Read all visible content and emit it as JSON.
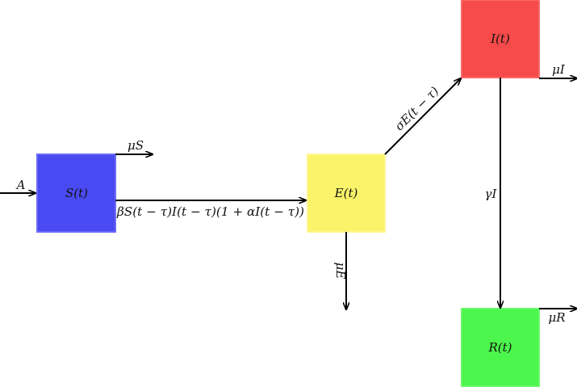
{
  "colors": {
    "susceptible": "#4a4af2",
    "exposed": "#fbf46a",
    "infected": "#f74a4a",
    "recovered": "#4cf64c",
    "arrow": "#000000"
  },
  "compartments": {
    "s": "S(t)",
    "e": "E(t)",
    "i": "I(t)",
    "r": "R(t)"
  },
  "flows": {
    "inflow": "A",
    "mu_s": "μS",
    "transmission": "βS(t − τ)I(t − τ)(1 + αI(t − τ))",
    "mu_e": "μE",
    "incubation": "σE(t − τ)",
    "mu_i": "μI",
    "recovery": "γI",
    "mu_r": "μR"
  }
}
